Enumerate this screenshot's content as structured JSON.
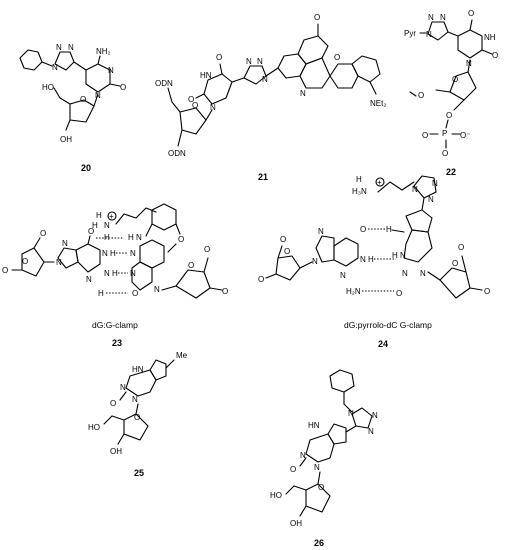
{
  "compounds": [
    {
      "number": "20"
    },
    {
      "number": "21"
    },
    {
      "number": "22"
    },
    {
      "number": "23",
      "caption": "dG:G-clamp"
    },
    {
      "number": "24",
      "caption": "dG:pyrrolo-dC G-clamp"
    },
    {
      "number": "25"
    },
    {
      "number": "26"
    }
  ],
  "atom_labels": {
    "N": "N",
    "O": "O",
    "H": "H",
    "HN": "HN",
    "NH": "NH",
    "OH": "OH",
    "HO": "HO",
    "NH2": "NH₂",
    "NEt2": "NEt₂",
    "ODN": "ODN",
    "Me": "Me",
    "Pyr": "Pyr",
    "P": "P",
    "O_minus": "O⁻",
    "H2N": "H₂N",
    "H3N": "H₃N",
    "plus": "+"
  }
}
